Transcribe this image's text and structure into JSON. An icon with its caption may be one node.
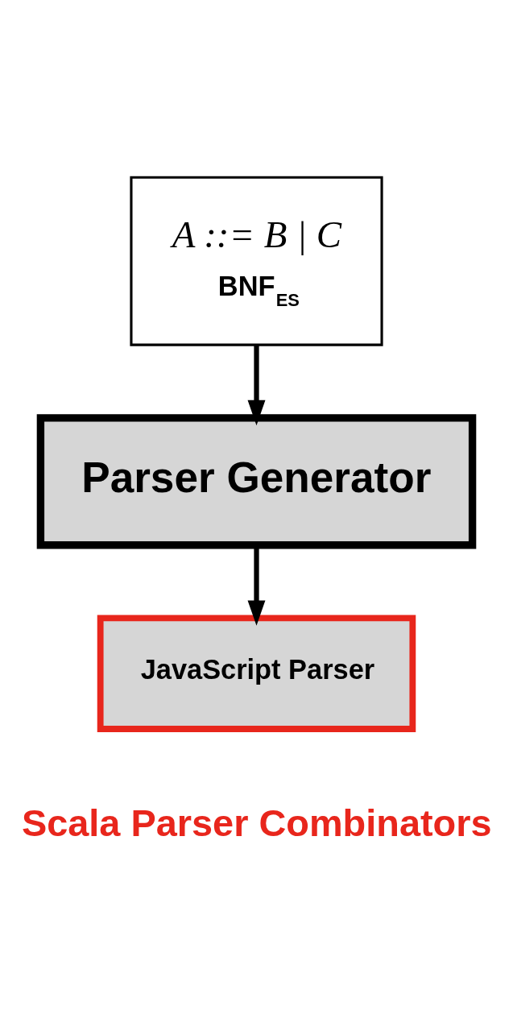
{
  "diagram": {
    "nodes": [
      {
        "text": [
          "A ::= B | C",
          "BNF$_{ES}$"
        ]
      },
      {
        "text": [
          "Parser Generator"
        ]
      },
      {
        "text": [
          "JavaScript Parser"
        ]
      }
    ],
    "edges": [
      {
        "from": 0,
        "to": 1,
        "arrow": "to"
      },
      {
        "from": 1,
        "to": 2,
        "arrow": "to"
      }
    ],
    "labels": [
      "Scala Parser Combinators"
    ]
  }
}
